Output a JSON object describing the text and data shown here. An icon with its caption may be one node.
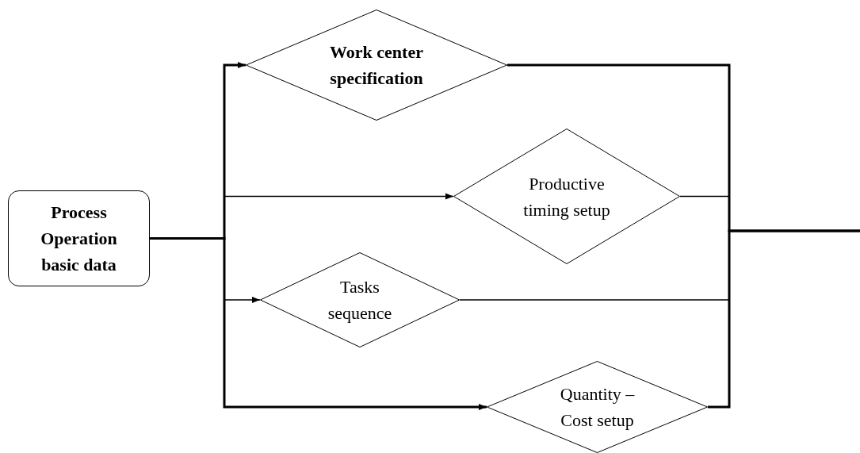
{
  "diagram": {
    "nodes": [
      {
        "text": [
          "Process Operation basic data"
        ]
      },
      {
        "text": [
          "Work center specification"
        ]
      },
      {
        "text": [
          "Productive timing setup"
        ]
      },
      {
        "text": [
          "Tasks sequence"
        ]
      },
      {
        "text": [
          "Quantity – Cost setup"
        ]
      }
    ],
    "edges": [
      {
        "from": 0,
        "to": 1,
        "arrow": "to",
        "style": "thick"
      },
      {
        "from": 0,
        "to": 2,
        "arrow": "to"
      },
      {
        "from": 0,
        "to": 3,
        "arrow": "to"
      },
      {
        "from": 0,
        "to": 4,
        "arrow": "to",
        "style": "thick"
      },
      {
        "from": 1,
        "to": null,
        "arrow": "none",
        "style": "thick"
      },
      {
        "from": 2,
        "to": null,
        "arrow": "none"
      },
      {
        "from": 3,
        "to": null,
        "arrow": "none"
      },
      {
        "from": 4,
        "to": null,
        "arrow": "none",
        "style": "thick"
      }
    ]
  }
}
